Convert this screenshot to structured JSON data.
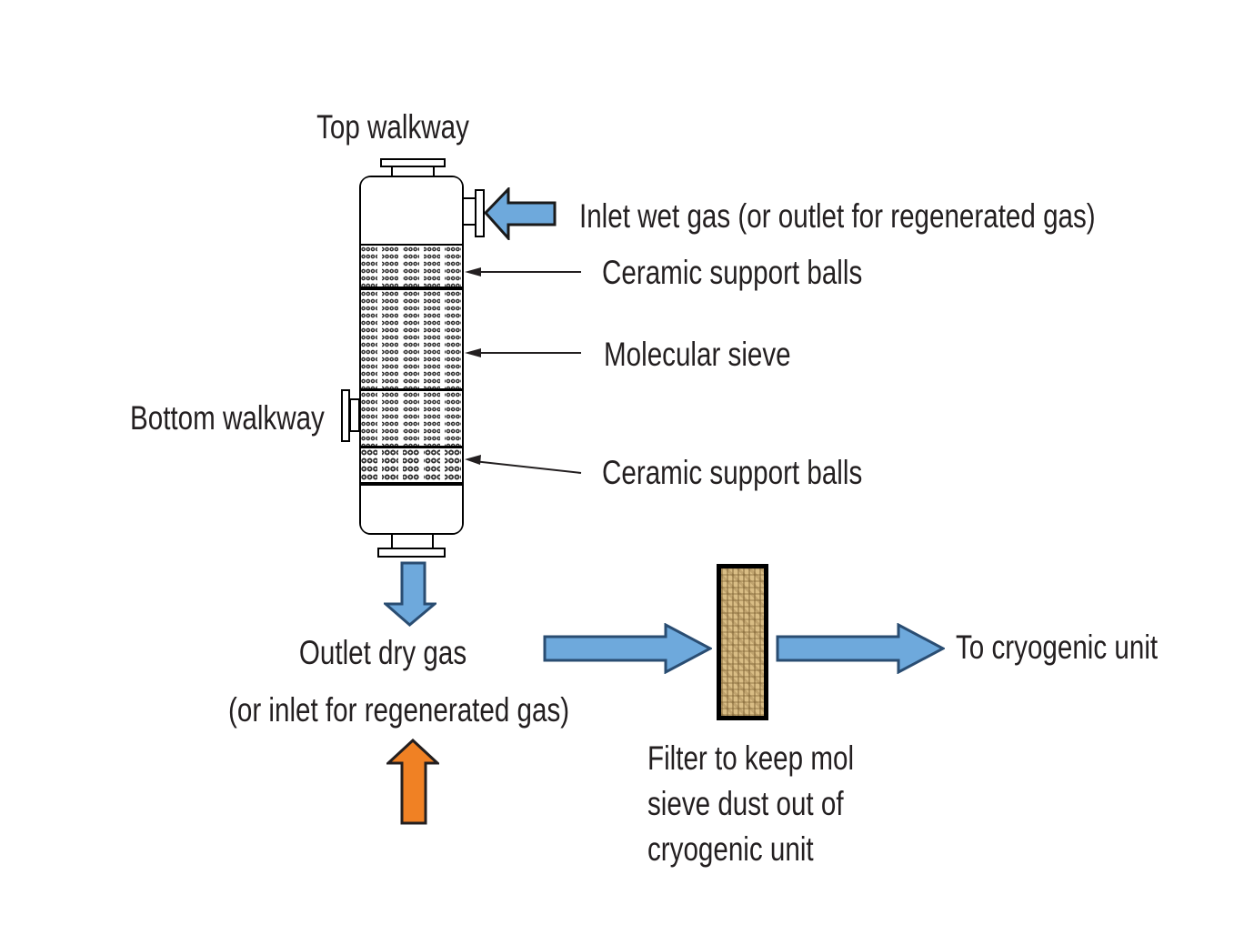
{
  "labels": {
    "top_walkway": "Top walkway",
    "inlet": "Inlet wet gas (or outlet for regenerated gas)",
    "ceramic_top": "Ceramic support balls",
    "molecular_sieve": "Molecular sieve",
    "bottom_walkway": "Bottom walkway",
    "ceramic_bottom": "Ceramic support balls",
    "outlet": "Outlet dry gas",
    "outlet_alt": "(or inlet for regenerated gas)",
    "to_cryogenic": "To cryogenic unit",
    "filter_caption": "Filter to keep mol\nsieve dust out of\ncryogenic unit"
  },
  "icons": {
    "inlet_arrow": "arrow-left-icon",
    "outlet_arrow": "arrow-down-icon",
    "regen_arrow": "arrow-up-icon",
    "to_filter_arrow": "arrow-right-icon",
    "to_cryo_arrow": "arrow-right-icon"
  },
  "colors": {
    "arrow_blue_fill": "#6ea9dc",
    "arrow_blue_stroke": "#2a4d72",
    "arrow_orange_fill": "#f08124",
    "arrow_orange_stroke": "#231f20",
    "filter_base": "#d9bd85",
    "diagram_line": "#231f20",
    "text_color": "#231f20"
  }
}
